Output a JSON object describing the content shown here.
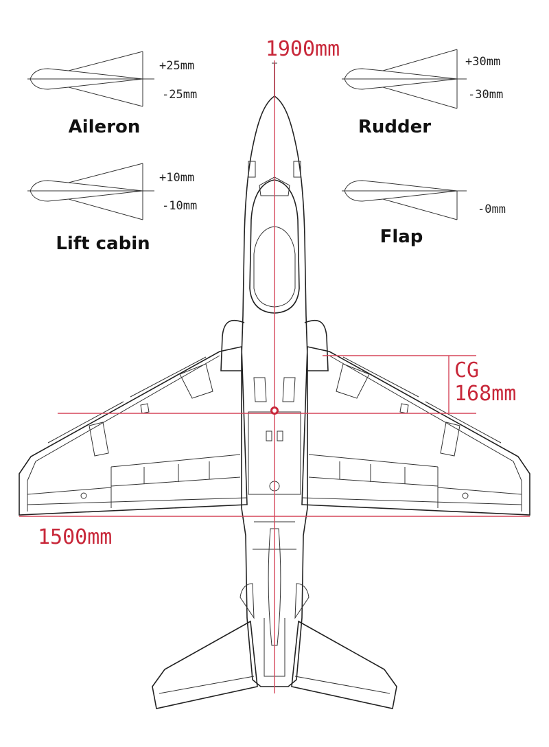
{
  "diagram": {
    "wingspan_label": "1500mm",
    "length_label": "1900mm",
    "cg": {
      "title": "CG",
      "value": "168mm"
    },
    "controls": [
      {
        "name": "Aileron",
        "up": "+25mm",
        "down": "-25mm"
      },
      {
        "name": "Rudder",
        "up": "+30mm",
        "down": "-30mm"
      },
      {
        "name": "Lift cabin",
        "up": "+10mm",
        "down": "-10mm"
      },
      {
        "name": "Flap",
        "up": "",
        "down": "-0mm"
      }
    ]
  },
  "colors": {
    "dimension": "#c8283a",
    "ink": "#222222",
    "background": "#ffffff"
  }
}
